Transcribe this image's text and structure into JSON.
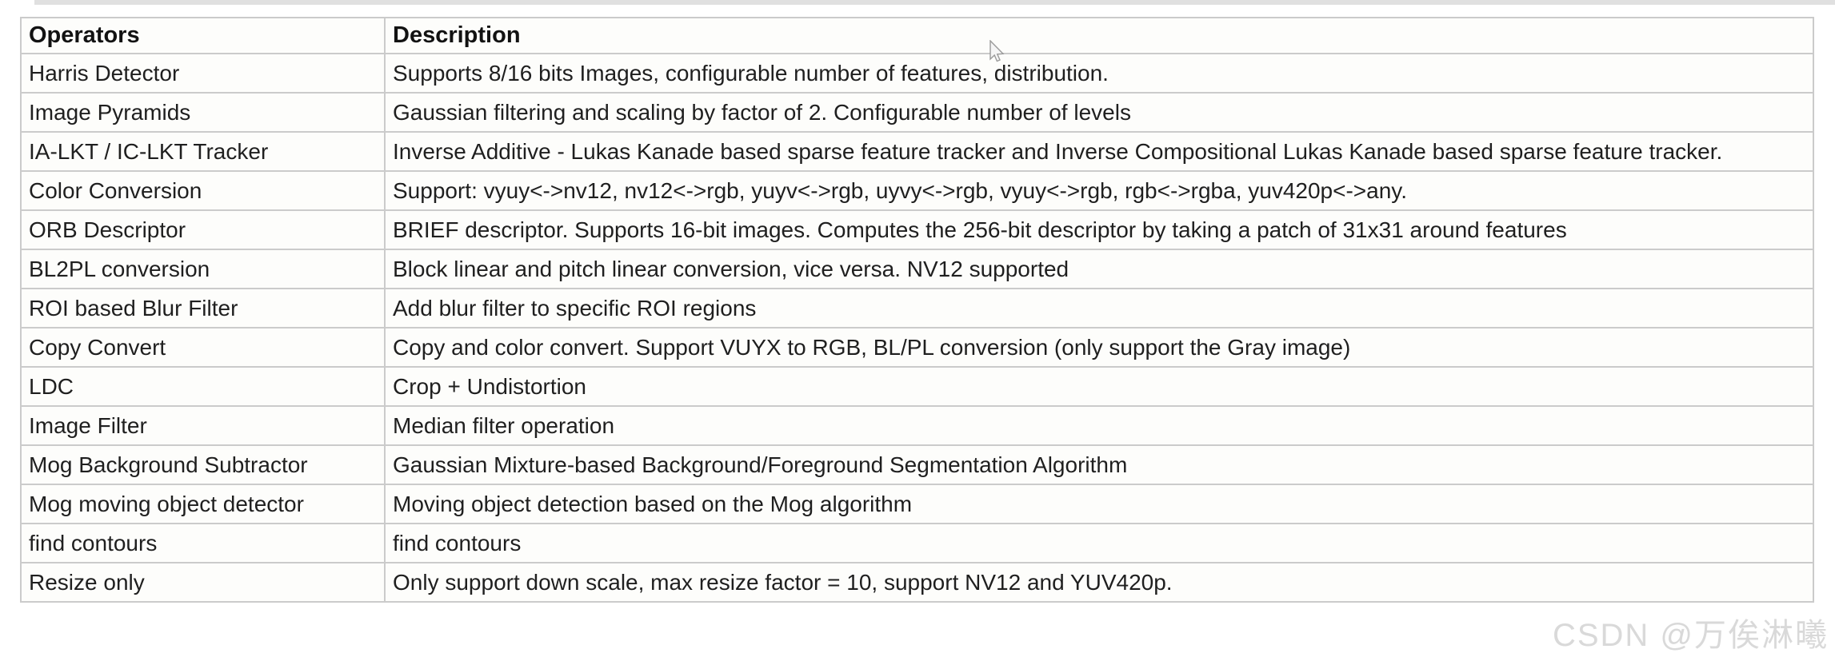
{
  "page": {
    "watermark": "CSDN @万俟淋曦"
  },
  "table": {
    "columns": [
      "Operators",
      "Description"
    ],
    "rows": [
      [
        "Harris Detector",
        "Supports 8/16 bits Images, configurable number of features, distribution."
      ],
      [
        "Image Pyramids",
        "Gaussian filtering and scaling by factor of 2. Configurable number of levels"
      ],
      [
        "IA-LKT / IC-LKT Tracker",
        "Inverse Additive - Lukas Kanade based sparse feature tracker and Inverse Compositional Lukas Kanade based sparse feature tracker."
      ],
      [
        "Color Conversion",
        "Support: vyuy<->nv12, nv12<->rgb, yuyv<->rgb, uyvy<->rgb, vyuy<->rgb, rgb<->rgba, yuv420p<->any."
      ],
      [
        "ORB Descriptor",
        "BRIEF descriptor. Supports 16-bit images. Computes the 256-bit descriptor by taking a patch of 31x31 around features"
      ],
      [
        "BL2PL conversion",
        "Block linear and pitch linear conversion, vice versa. NV12 supported"
      ],
      [
        "ROI based Blur Filter",
        "Add blur filter to specific ROI regions"
      ],
      [
        "Copy Convert",
        "Copy and color convert. Support VUYX to RGB, BL/PL conversion (only support the Gray image)"
      ],
      [
        "LDC",
        "Crop + Undistortion"
      ],
      [
        "Image Filter",
        "Median filter operation"
      ],
      [
        "Mog Background Subtractor",
        "Gaussian Mixture-based Background/Foreground Segmentation Algorithm"
      ],
      [
        "Mog moving object detector",
        "Moving object detection based on the Mog algorithm"
      ],
      [
        "find contours",
        "find contours"
      ],
      [
        "Resize only",
        "Only support down scale, max resize factor = 10, support NV12 and YUV420p."
      ]
    ]
  },
  "colors": {
    "table_border": "#cbcbcb",
    "text": "#1f1f1f",
    "cell_background": "#fdfdfb",
    "watermark": "#d9d9d9"
  }
}
